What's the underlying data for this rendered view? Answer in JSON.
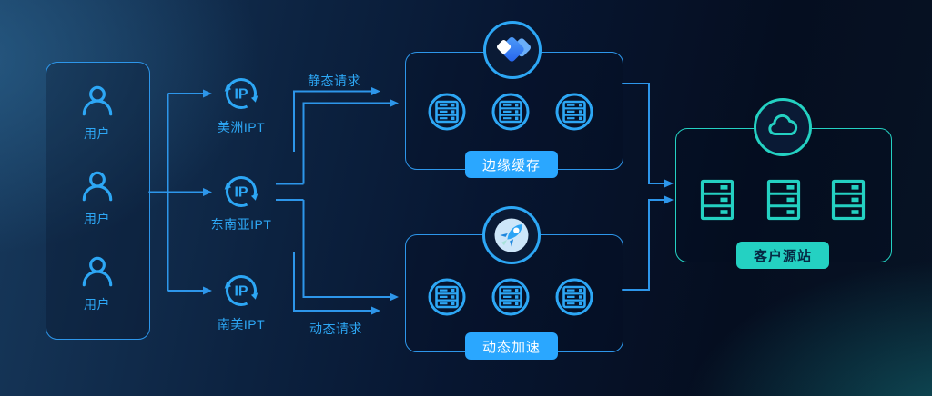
{
  "diagram": {
    "users": {
      "items": [
        {
          "label": "用户"
        },
        {
          "label": "用户"
        },
        {
          "label": "用户"
        }
      ]
    },
    "ipt_nodes": [
      {
        "label": "美洲IPT"
      },
      {
        "label": "东南亚IPT"
      },
      {
        "label": "南美IPT"
      }
    ],
    "flows": {
      "static_request": "静态请求",
      "dynamic_request": "动态请求"
    },
    "clusters": {
      "edge_cache": {
        "label": "边缘缓存",
        "servers": 3
      },
      "dynamic_acceleration": {
        "label": "动态加速",
        "servers": 3
      },
      "customer_origin": {
        "label": "客户源站",
        "servers": 3
      }
    },
    "icons": {
      "ip_text": "IP"
    }
  },
  "colors": {
    "accent_blue": "#2da7f5",
    "line_blue": "#2d96ea",
    "pill_blue": "#2aa7ff",
    "teal": "#24d1c2",
    "pill_text_dark": "#062b44",
    "pill_text_light": "#ffffff",
    "badge_fill": "#0a1a35"
  }
}
